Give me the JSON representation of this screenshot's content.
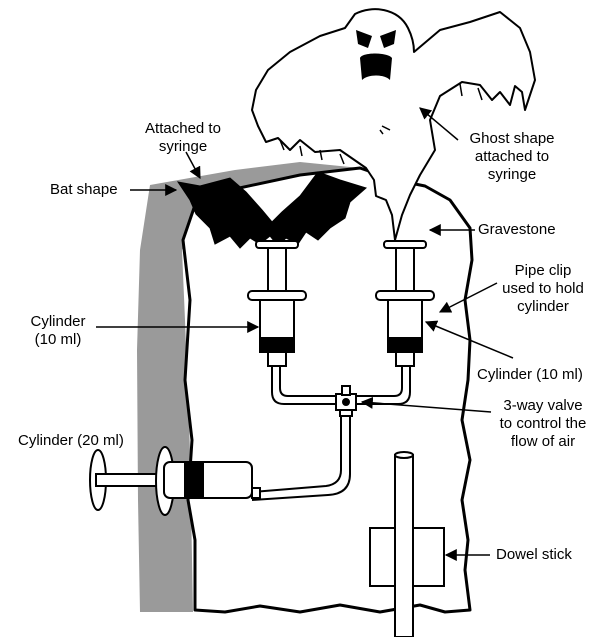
{
  "colors": {
    "line": "#000000",
    "shadow": "#9a9a9a",
    "fill": "#ffffff",
    "liquid": "#000000"
  },
  "labels": {
    "attached_to_syringe": [
      "Attached to",
      "syringe"
    ],
    "bat_shape": "Bat shape",
    "ghost_shape": [
      "Ghost shape",
      "attached to",
      "syringe"
    ],
    "gravestone": "Gravestone",
    "pipe_clip": [
      "Pipe clip",
      "used to hold",
      "cylinder"
    ],
    "cylinder_10ml_left": [
      "Cylinder",
      "(10 ml)"
    ],
    "cylinder_10ml_right": "Cylinder (10 ml)",
    "three_way_valve": [
      "3-way valve",
      "to control the",
      "flow of air"
    ],
    "cylinder_20ml": "Cylinder (20 ml)",
    "dowel_stick": "Dowel stick"
  }
}
